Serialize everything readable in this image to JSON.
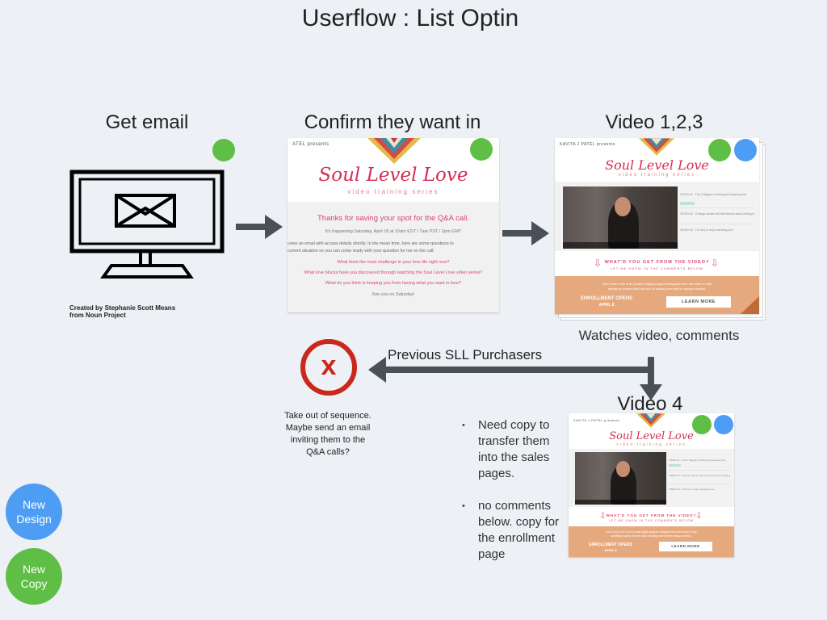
{
  "title": "Userflow : List Optin",
  "steps": {
    "get_email": {
      "heading": "Get email",
      "credit": [
        "Created by Stephanie Scott Means",
        "from Noun Project"
      ]
    },
    "confirm": {
      "heading": "Confirm they want in",
      "page": {
        "presents": "ATEL presents",
        "brand": "Soul Level Love",
        "brand_sub": "video training series",
        "headline": "Thanks for saving your spot for the Q&A call.",
        "date_line": "It's happening Saturday, April 18 at 10am EST / 7am PST / 2pm GMT",
        "body_line_1": "ceive an email with access details shortly. In the mean time, here are some questions to",
        "body_line_2": "current situation so you can come ready with your question for me on the call:",
        "q1": "What feels the most challenge in your love life right now?",
        "q2": "What love blocks have you discovered through watching the Soul Level Love video series?",
        "q3": "What do you think is keeping you from having what you want in love?",
        "signoff": "See you on Saturday!"
      }
    },
    "video123": {
      "heading": "Video 1,2,3",
      "caption": "Watches video, comments",
      "page": {
        "presents": "KAVITA J PATEL presents",
        "brand": "Soul Level Love",
        "brand_sub": "video training series",
        "list": [
          "VIDEO #1 - The 4 Stages to finding and keeping love",
          "VIDEO #2 - 3 things women tell themselves about finding love that don't work",
          "VIDEO #3 - The key to truly unlocking love"
        ],
        "cta_1": "WHAT'D YOU GET FROM THE VIDEO?",
        "cta_2": "LET ME KNOW IN THE COMMENTS BELOW",
        "promo_1": "Soul Level Love is an 8-week digital program designed from the heart to help",
        "promo_2": "ambitious women find the kind of lasting love they've always wanted.",
        "enroll": "ENROLLMENT OPENS",
        "enroll_date": "APRIL 8",
        "button": "LEARN MORE"
      }
    },
    "video4": {
      "heading": "Video 4",
      "page": {
        "presents": "KAVITA J PATEL presents",
        "brand": "Soul Level Love",
        "brand_sub": "video training series",
        "list": [
          "VIDEO #1 - The 4 Stages to finding and keeping love",
          "VIDEO #2 - 3 things women tell themselves about finding love that don't work",
          "VIDEO #3 - The key to truly unlocking love"
        ],
        "cta_1": "WHAT'D YOU GET FROM THE VIDEO?",
        "cta_2": "LET ME KNOW IN THE COMMENTS BELOW",
        "promo_1": "Soul Level Love is an 8-week digital program designed from the heart to help",
        "promo_2": "ambitious women find the kind of lasting love they've always wanted.",
        "enroll": "ENROLLMENT OPENS",
        "enroll_date": "APRIL 8",
        "button": "LEARN MORE"
      }
    }
  },
  "branch": {
    "label": "Previous SLL Purchasers",
    "exit_symbol": "x",
    "exit_note": [
      "Take out of sequence.",
      "Maybe send an email",
      "inviting them to the",
      "Q&A calls?"
    ]
  },
  "notes": [
    [
      "Need copy to",
      "transfer them",
      "into the sales",
      "pages."
    ],
    [
      "no comments",
      "below. copy for",
      "the enrollment",
      "page"
    ]
  ],
  "legend": {
    "new_design": [
      "New",
      "Design"
    ],
    "new_copy": [
      "New",
      "Copy"
    ]
  },
  "colors": {
    "green": "#5fbe45",
    "blue": "#4e9df4",
    "red": "#c8281e",
    "arrow": "#4a5058",
    "brand": "#d32f55",
    "peach": "#e6a87d"
  }
}
